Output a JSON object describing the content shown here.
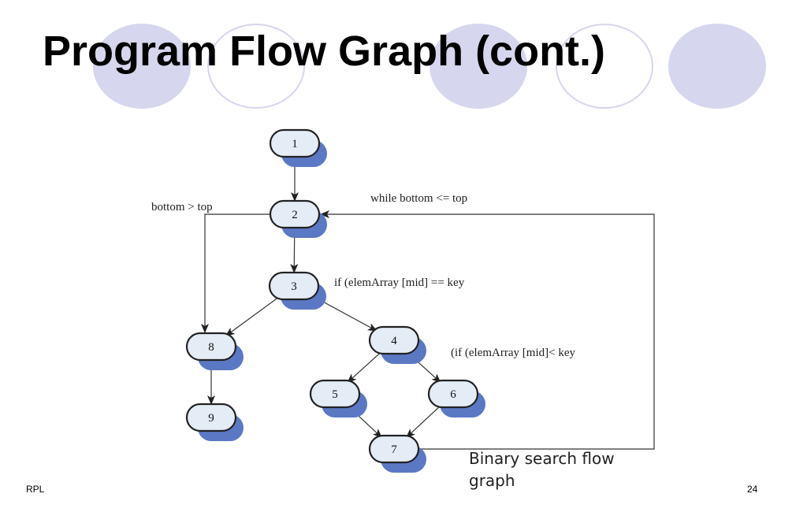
{
  "title": "Program Flow Graph (cont.)",
  "nodes": [
    {
      "id": "n1",
      "label": "1"
    },
    {
      "id": "n2",
      "label": "2"
    },
    {
      "id": "n3",
      "label": "3"
    },
    {
      "id": "n4",
      "label": "4"
    },
    {
      "id": "n5",
      "label": "5"
    },
    {
      "id": "n6",
      "label": "6"
    },
    {
      "id": "n7",
      "label": "7"
    },
    {
      "id": "n8",
      "label": "8"
    },
    {
      "id": "n9",
      "label": "9"
    }
  ],
  "edges": [
    {
      "from": "n1",
      "to": "n2"
    },
    {
      "from": "n2",
      "to": "n3"
    },
    {
      "from": "n2",
      "to": "n8"
    },
    {
      "from": "n3",
      "to": "n8"
    },
    {
      "from": "n3",
      "to": "n4"
    },
    {
      "from": "n4",
      "to": "n5"
    },
    {
      "from": "n4",
      "to": "n6"
    },
    {
      "from": "n5",
      "to": "n7"
    },
    {
      "from": "n6",
      "to": "n7"
    },
    {
      "from": "n8",
      "to": "n9"
    },
    {
      "from": "n7",
      "to": "n2"
    }
  ],
  "conditions": {
    "loop": "while bottom <= top",
    "exit": "bottom > top",
    "if_equal": "if (elemArray [mid] == key",
    "if_less": "(if (elemArray [mid]< key"
  },
  "caption": {
    "line1": "Binary search flow",
    "line2": "graph"
  },
  "footer": {
    "left": "RPL",
    "right": "24"
  },
  "colors": {
    "node_fill": "#e4ecf6",
    "node_shadow": "#5b78c4",
    "decor": "#d6d6ee"
  }
}
